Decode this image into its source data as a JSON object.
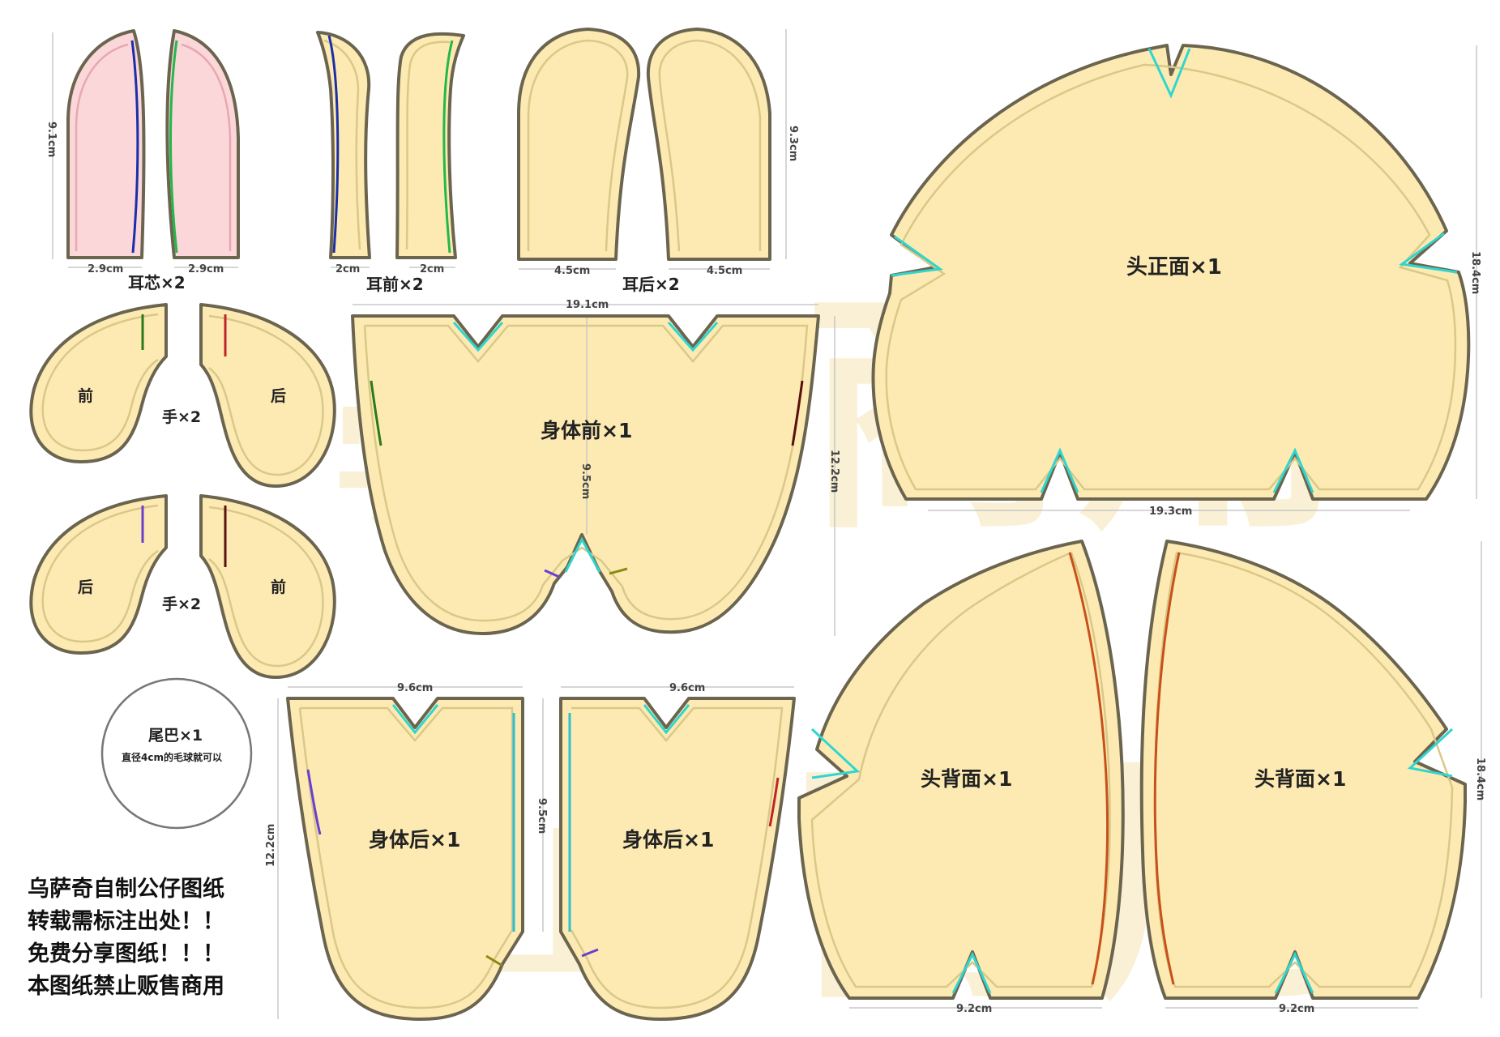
{
  "colors": {
    "piece_fill": "#fdeab2",
    "piece_stroke": "#6b6550",
    "ear_core_fill": "#fbd7da",
    "notch": "#2fd6cf",
    "seam": "#d9c888",
    "mark_blue": "#1a2fa8",
    "mark_green": "#22b84a",
    "mark_darkgreen": "#2a7a1a",
    "mark_red": "#c0242a",
    "mark_purple": "#6a3fd0",
    "mark_darkred": "#5a1010",
    "mark_orange": "#c8501a"
  },
  "watermark": {
    "left": "商",
    "right": "用",
    "center": "学上"
  },
  "pieces": {
    "ear_core": {
      "label": "耳芯×2",
      "height": "9.1cm",
      "width_a": "2.9cm",
      "width_b": "2.9cm"
    },
    "ear_front": {
      "label": "耳前×2",
      "width_a": "2cm",
      "width_b": "2cm"
    },
    "ear_back": {
      "label": "耳后×2",
      "height": "9.3cm",
      "width_a": "4.5cm",
      "width_b": "4.5cm"
    },
    "head_front": {
      "label": "头正面×1",
      "height": "18.4cm",
      "width": "19.3cm"
    },
    "hands_top": {
      "label": "手×2",
      "left": "前",
      "right": "后"
    },
    "hands_bottom": {
      "label": "手×2",
      "left": "后",
      "right": "前"
    },
    "body_front": {
      "label": "身体前×1",
      "width": "19.1cm",
      "height": "12.2cm",
      "inner": "9.5cm"
    },
    "tail": {
      "label": "尾巴×1",
      "note": "直径4cm的毛球就可以"
    },
    "body_back_left": {
      "label": "身体后×1",
      "width": "9.6cm",
      "height": "12.2cm"
    },
    "body_back_right": {
      "label": "身体后×1",
      "width": "9.6cm",
      "height": "9.5cm"
    },
    "head_back_left": {
      "label": "头背面×1",
      "width": "9.2cm"
    },
    "head_back_right": {
      "label": "头背面×1",
      "width": "9.2cm",
      "height": "18.4cm"
    }
  },
  "notes": [
    "乌萨奇自制公仔图纸",
    "转载需标注出处！！",
    "免费分享图纸！！！",
    "本图纸禁止贩售商用"
  ]
}
